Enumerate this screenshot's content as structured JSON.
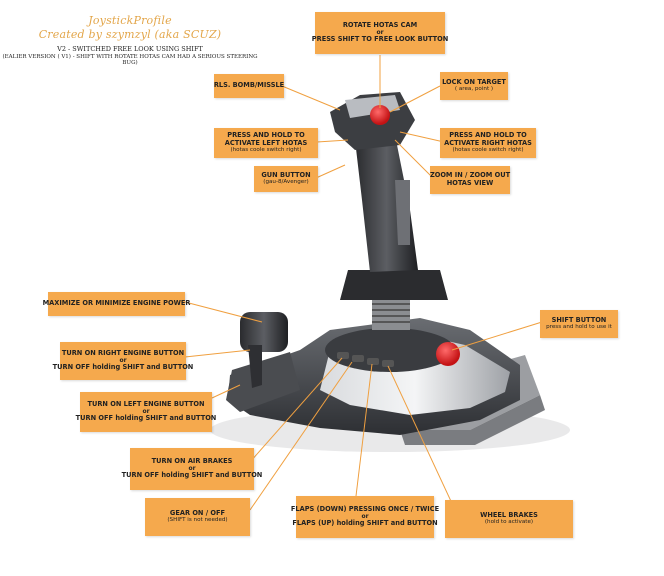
{
  "header": {
    "title_line1": "JoystickProfile",
    "title_line2": "Created by szymzyl (aka SCUZ)",
    "note_v2": "V2 - SWITCHED FREE LOOK USING SHIFT",
    "note_v1": "(EALIER VERSION ( V1) - SHIFT WITH ROTATE HOTAS CAM HAD A SERIOUS STEERING BUG)"
  },
  "callouts": {
    "rotate_cam": {
      "line1": "ROTATE HOTAS CAM",
      "or": "or",
      "line2": "PRESS SHIFT TO FREE LOOK BUTTON"
    },
    "rls_bomb": {
      "line1": "RLS. BOMB/MISSLE"
    },
    "lock_target": {
      "line1": "LOCK ON TARGET",
      "sub": "( area, point )"
    },
    "left_hotas": {
      "line1": "PRESS AND HOLD TO",
      "line2": "ACTIVATE LEFT HOTAS",
      "sub": "(hotas coole switch right)"
    },
    "right_hotas": {
      "line1": "PRESS AND HOLD TO",
      "line2": "ACTIVATE RIGHT HOTAS",
      "sub": "(hotas coole switch right)"
    },
    "gun": {
      "line1": "GUN BUTTON",
      "sub": "(gau-8/Avenger)"
    },
    "zoom": {
      "line1": "ZOOM IN / ZOOM OUT",
      "line2": "HOTAS VIEW"
    },
    "engine_power": {
      "line1": "MAXIMIZE OR MINIMIZE ENGINE POWER"
    },
    "shift": {
      "line1": "SHIFT BUTTON",
      "sub": "press and hold to use it"
    },
    "right_engine": {
      "line1": "TURN ON RIGHT ENGINE BUTTON",
      "or": "or",
      "line2": "TURN OFF holding SHIFT and BUTTON"
    },
    "left_engine": {
      "line1": "TURN ON LEFT ENGINE BUTTON",
      "or": "or",
      "line2": "TURN OFF holding SHIFT and BUTTON"
    },
    "air_brakes": {
      "line1": "TURN ON AIR BRAKES",
      "or": "or",
      "line2": "TURN OFF holding SHIFT and BUTTON"
    },
    "gear": {
      "line1": "GEAR ON / OFF",
      "sub": "(SHIFT is not needed)"
    },
    "flaps": {
      "line1": "FLAPS (DOWN) PRESSING ONCE / TWICE",
      "or": "or",
      "line2": "FLAPS (UP) holding SHIFT and BUTTON"
    },
    "wheel_brakes": {
      "line1": "WHEEL BRAKES",
      "sub": "(hold to activate)"
    }
  },
  "colors": {
    "callout_bg": "#f5a94d",
    "title_orange": "#e3a64a",
    "leader_line": "#f0a040",
    "button_red": "#e0282a"
  }
}
